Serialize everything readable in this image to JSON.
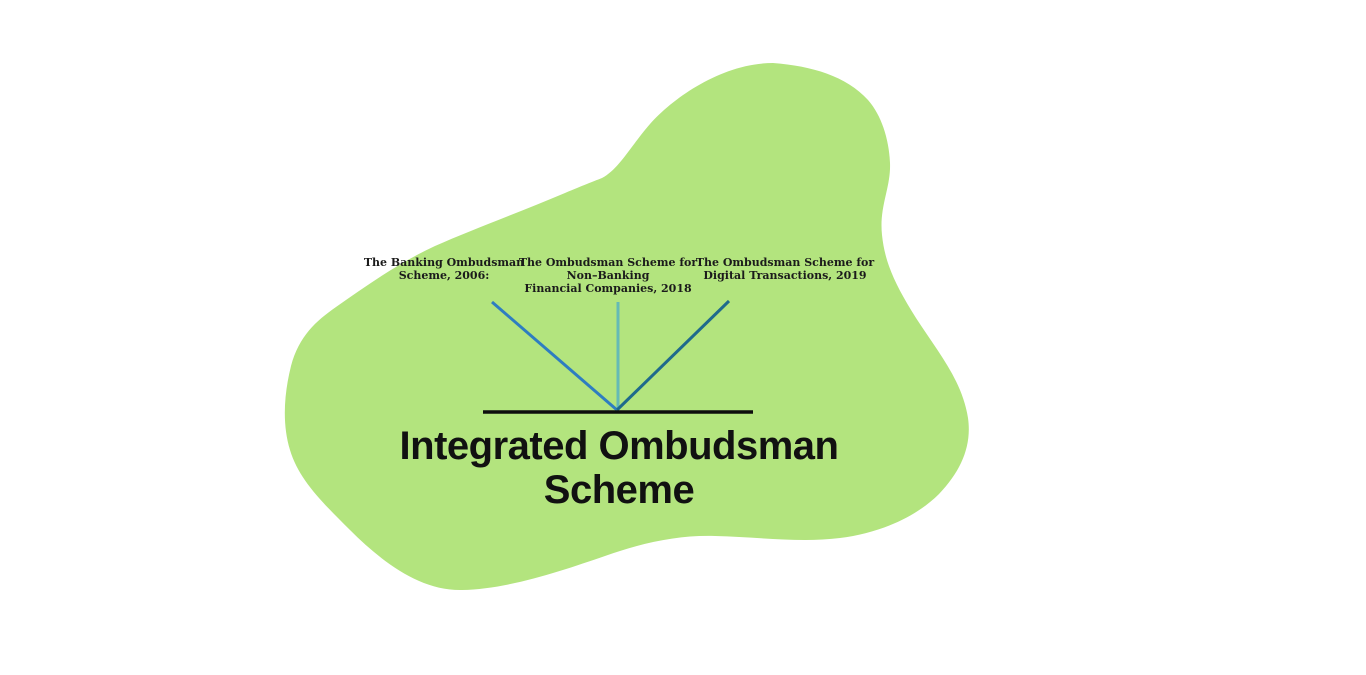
{
  "canvas": {
    "background_color": "#ffffff",
    "blob_color": "#b3e47e"
  },
  "diagram": {
    "title": {
      "text": "Integrated Ombudsman\nScheme",
      "color": "#111111"
    },
    "base_line_color": "#0d0d0d",
    "branches": [
      {
        "label": "The Banking Ombudsman\nScheme, 2006:",
        "line_color": "#2e7dc1"
      },
      {
        "label": "The Ombudsman Scheme for\nNon–Banking\nFinancial Companies, 2018",
        "line_color": "#65bab5"
      },
      {
        "label": "The Ombudsman Scheme for\nDigital Transactions, 2019",
        "line_color": "#1f6a8c"
      }
    ]
  }
}
